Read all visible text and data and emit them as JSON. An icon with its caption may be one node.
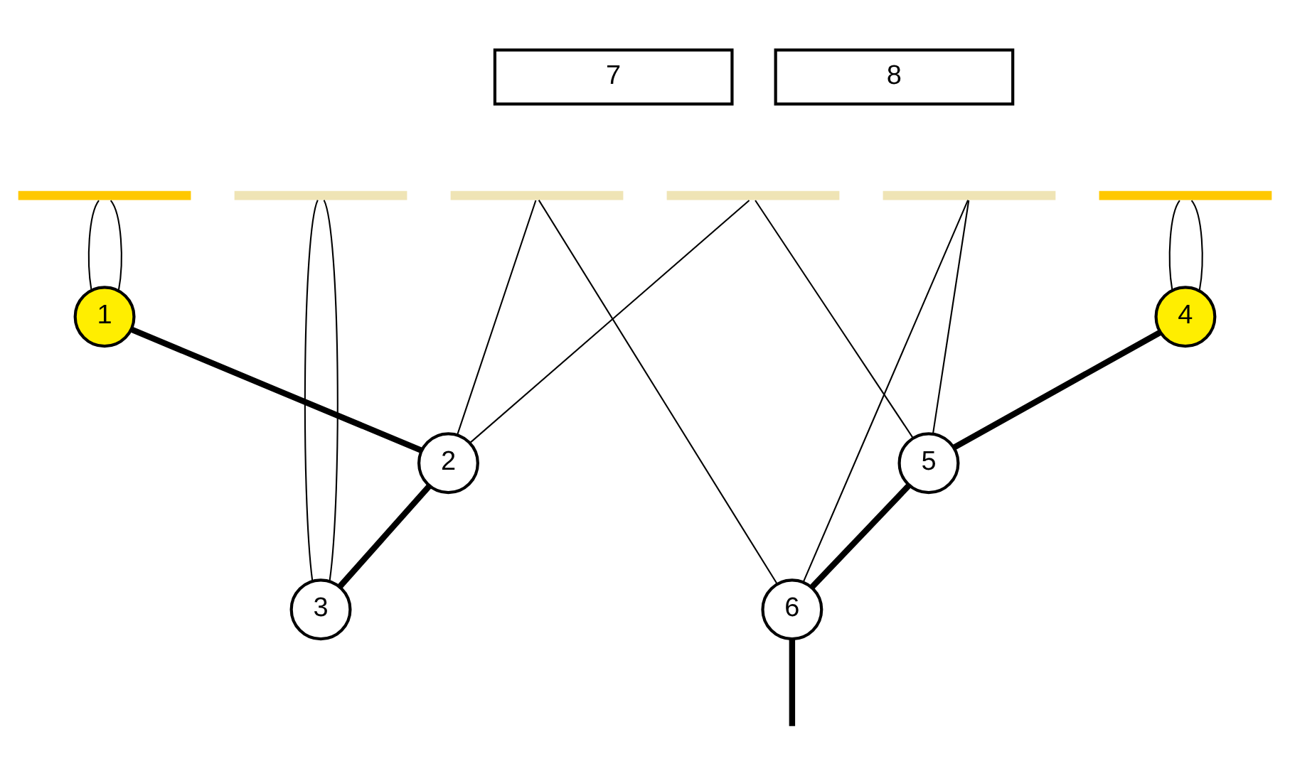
{
  "diagram": {
    "nodes": [
      {
        "text": [
          "1"
        ]
      },
      {
        "text": [
          "2"
        ]
      },
      {
        "text": [
          "3"
        ]
      },
      {
        "text": [
          "4"
        ]
      },
      {
        "text": [
          "5"
        ]
      },
      {
        "text": [
          "6"
        ]
      },
      {
        "text": [
          "7"
        ]
      },
      {
        "text": [
          "8"
        ]
      },
      {
        "text": [],
        "shape": "bar"
      },
      {
        "text": [],
        "shape": "bar"
      },
      {
        "text": [],
        "shape": "bar"
      },
      {
        "text": [],
        "shape": "bar"
      },
      {
        "text": [],
        "shape": "bar"
      },
      {
        "text": [],
        "shape": "bar"
      }
    ],
    "edges": [
      {
        "from": 0,
        "to": 1,
        "arrow": "none",
        "style": "thick"
      },
      {
        "from": 1,
        "to": 2,
        "arrow": "none",
        "style": "thick"
      },
      {
        "from": 3,
        "to": 4,
        "arrow": "none",
        "style": "thick"
      },
      {
        "from": 4,
        "to": 5,
        "arrow": "none",
        "style": "thick"
      },
      {
        "from": 5,
        "to": null,
        "arrow": "none",
        "style": "thick"
      },
      {
        "from": 8,
        "to": 0,
        "arrow": "none"
      },
      {
        "from": 8,
        "to": 0,
        "arrow": "none"
      },
      {
        "from": 13,
        "to": 3,
        "arrow": "none"
      },
      {
        "from": 13,
        "to": 3,
        "arrow": "none"
      },
      {
        "from": 9,
        "to": 2,
        "arrow": "none"
      },
      {
        "from": 9,
        "to": 2,
        "arrow": "none"
      },
      {
        "from": 10,
        "to": 1,
        "arrow": "none"
      },
      {
        "from": 10,
        "to": 5,
        "arrow": "none"
      },
      {
        "from": 11,
        "to": 4,
        "arrow": "none"
      },
      {
        "from": 11,
        "to": 1,
        "arrow": "none"
      },
      {
        "from": 12,
        "to": 5,
        "arrow": "none"
      },
      {
        "from": 12,
        "to": 4,
        "arrow": "none"
      }
    ]
  }
}
